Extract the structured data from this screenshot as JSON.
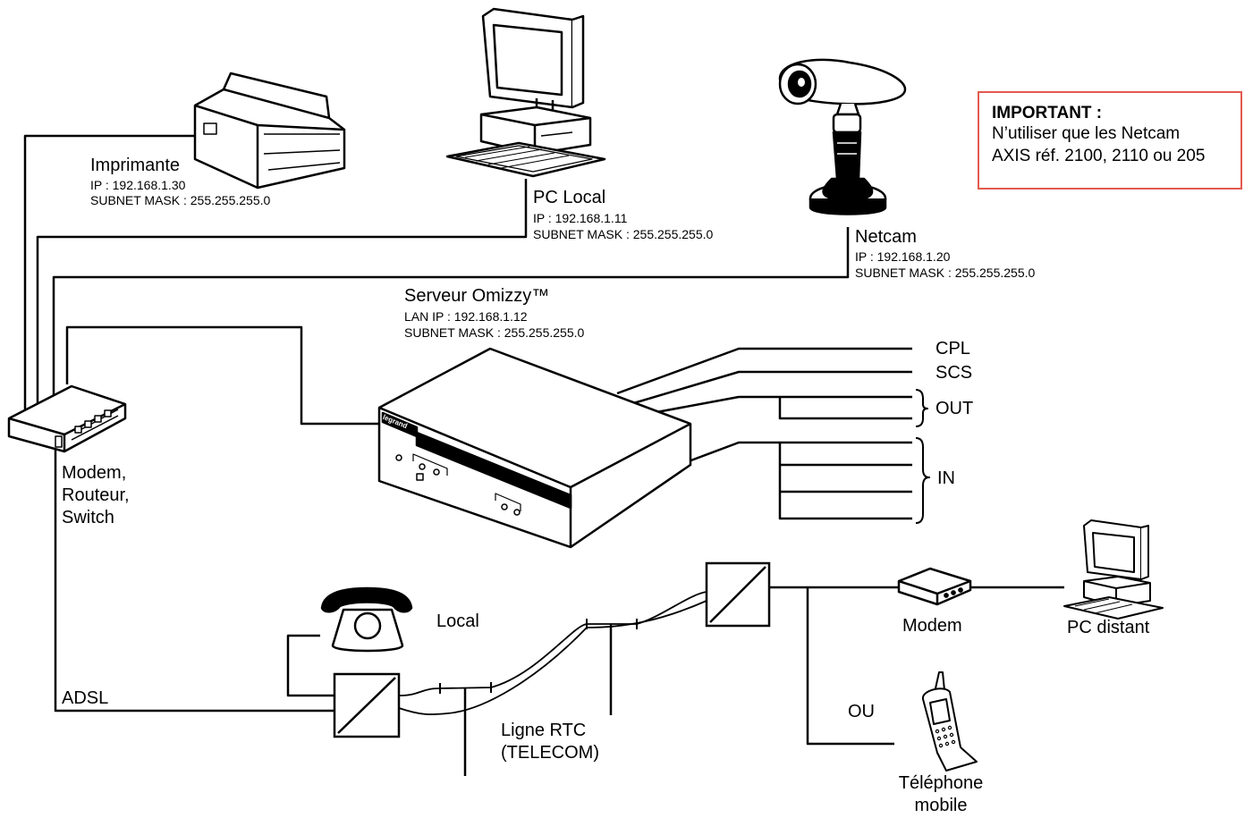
{
  "important": {
    "title": "IMPORTANT :",
    "line1": "N’utiliser que les Netcam",
    "line2": "AXIS réf. 2100, 2110 ou 205"
  },
  "printer": {
    "name": "Imprimante",
    "ip": "IP : 192.168.1.30",
    "mask": "SUBNET MASK : 255.255.255.0"
  },
  "pc_local": {
    "name": "PC Local",
    "ip": "IP : 192.168.1.11",
    "mask": "SUBNET MASK : 255.255.255.0"
  },
  "netcam": {
    "name": "Netcam",
    "ip": "IP : 192.168.1.20",
    "mask": "SUBNET MASK : 255.255.255.0"
  },
  "server": {
    "name": "Serveur Omizzy™",
    "ip": "LAN IP : 192.168.1.12",
    "mask": "SUBNET MASK : 255.255.255.0",
    "brand": "legrand"
  },
  "router": {
    "line1": "Modem,",
    "line2": "Routeur,",
    "line3": "Switch"
  },
  "outputs": {
    "cpl": "CPL",
    "scs": "SCS",
    "out": "OUT",
    "in": "IN"
  },
  "adsl": "ADSL",
  "phone_local": "Local",
  "line_rtc": {
    "line1": "Ligne RTC",
    "line2": "(TELECOM)"
  },
  "modem": "Modem",
  "pc_distant": "PC distant",
  "ou": "OU",
  "mobile": {
    "line1": "Téléphone",
    "line2": "mobile"
  },
  "colors": {
    "important_border": "#e25a4e",
    "ink": "#000000"
  }
}
